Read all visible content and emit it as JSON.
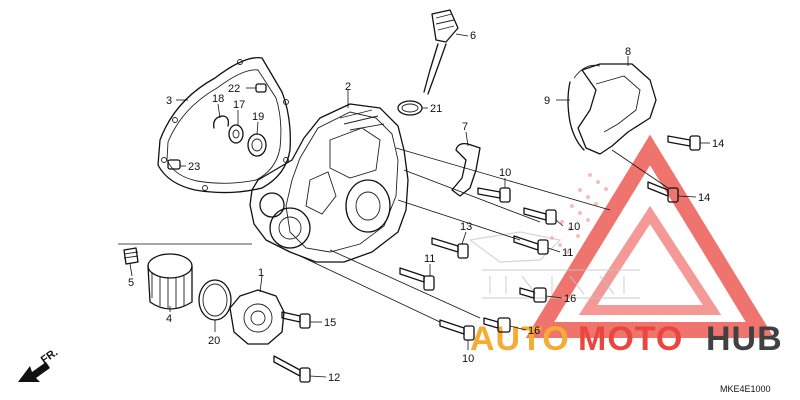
{
  "diagram": {
    "callouts": [
      "1",
      "2",
      "3",
      "4",
      "5",
      "6",
      "7",
      "8",
      "9",
      "10",
      "10",
      "10",
      "11",
      "11",
      "12",
      "13",
      "14",
      "14",
      "15",
      "16",
      "16",
      "17",
      "18",
      "19",
      "20",
      "21",
      "22",
      "23"
    ],
    "direction_label": "FR.",
    "diagram_code": "MKE4E1000"
  },
  "watermark": {
    "part1": "AUTO",
    "part2": "MOTO",
    "part3": "HUB",
    "colors": {
      "auto": "#f4a41c",
      "moto": "#e8322a",
      "hub": "#2d2d2d",
      "triangle": "#e8322a"
    }
  }
}
